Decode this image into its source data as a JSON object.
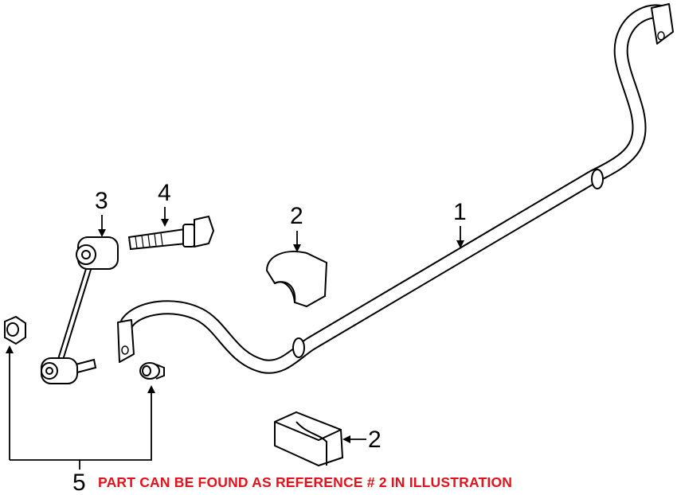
{
  "callouts": {
    "c1": "1",
    "c2_top": "2",
    "c2_bottom": "2",
    "c3": "3",
    "c4": "4",
    "c5": "5"
  },
  "note": "PART CAN BE FOUND AS REFERENCE # 2 IN ILLUSTRATION",
  "colors": {
    "note": "#e8101a",
    "line": "#000000"
  }
}
